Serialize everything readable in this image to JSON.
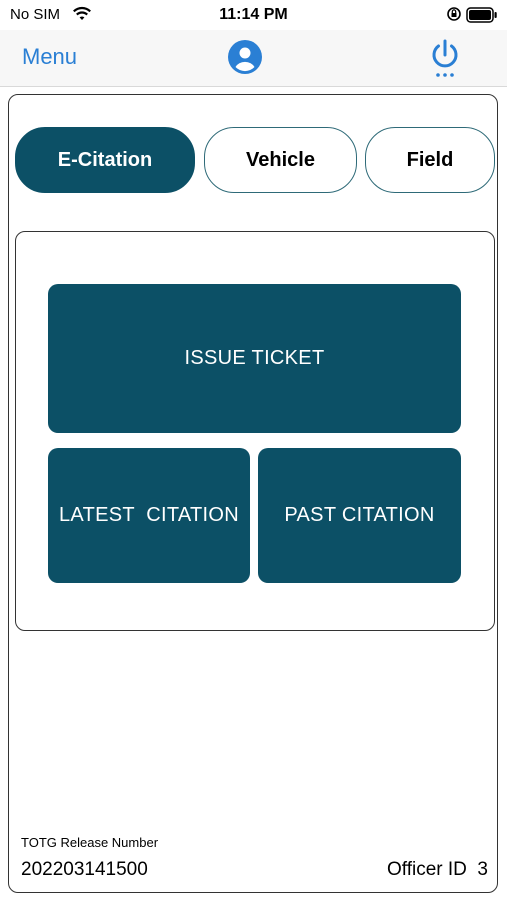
{
  "status_bar": {
    "carrier": "No SIM",
    "time": "11:14 PM",
    "wifi_icon": "wifi-icon",
    "lock_icon": "orientation-lock-icon",
    "battery_icon": "battery-icon"
  },
  "nav": {
    "menu_label": "Menu",
    "profile_icon": "profile-icon",
    "power_icon": "power-icon",
    "accent_color": "#2a7fd4"
  },
  "tabs": [
    {
      "label": "E-Citation",
      "active": true
    },
    {
      "label": "Vehicle",
      "active": false
    },
    {
      "label": "Field",
      "active": false
    }
  ],
  "actions": {
    "issue_ticket": "ISSUE TICKET",
    "latest_citation": "LATEST  CITATION",
    "past_citation": "PAST CITATION"
  },
  "footer": {
    "release_label": "TOTG Release Number",
    "release_number": "202203141500",
    "officer_id": "Officer ID  3"
  },
  "colors": {
    "primary": "#0c5066",
    "border": "#2e6a78"
  }
}
